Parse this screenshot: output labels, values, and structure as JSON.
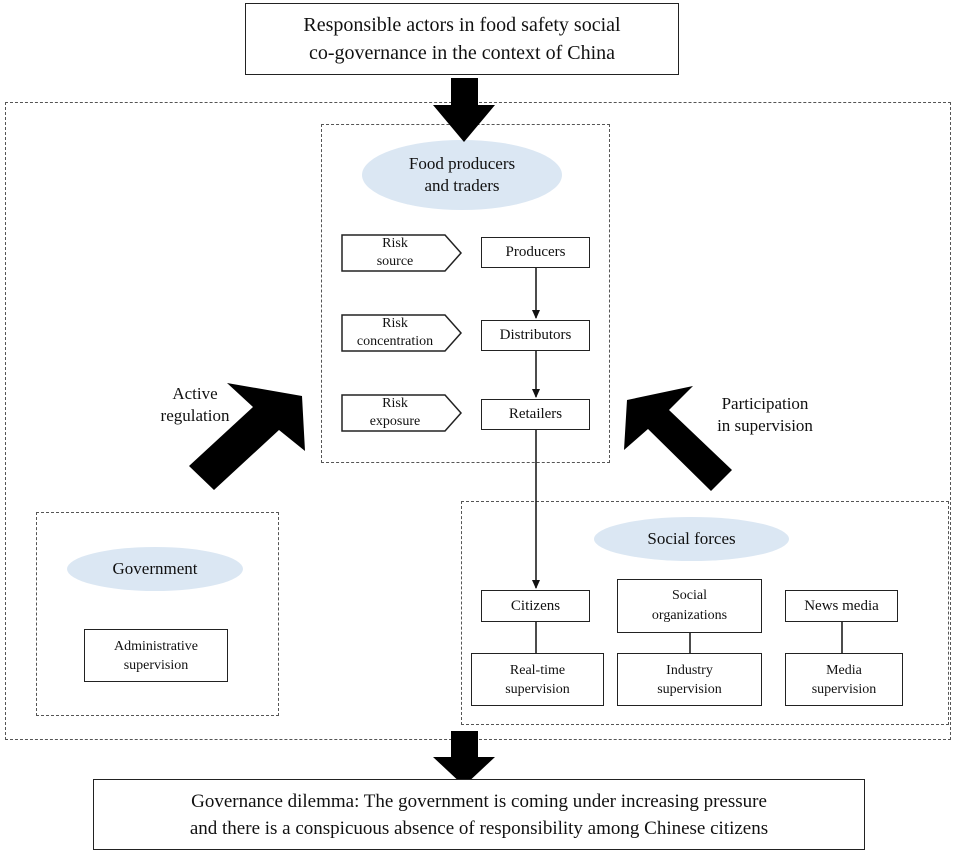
{
  "title": {
    "line1": "Responsible actors in food safety social",
    "line2": "co-governance in the context of China"
  },
  "food": {
    "heading_line1": "Food producers",
    "heading_line2": "and traders",
    "risks": [
      {
        "line1": "Risk",
        "line2": "source"
      },
      {
        "line1": "Risk",
        "line2": "concentration"
      },
      {
        "line1": "Risk",
        "line2": "exposure"
      }
    ],
    "chain": [
      "Producers",
      "Distributors",
      "Retailers"
    ]
  },
  "government": {
    "heading": "Government",
    "role_line1": "Administrative",
    "role_line2": "supervision"
  },
  "social": {
    "heading": "Social forces",
    "actors": [
      {
        "line1": "Citizens",
        "line2": ""
      },
      {
        "line1": "Social",
        "line2": "organizations"
      },
      {
        "line1": "News media",
        "line2": ""
      }
    ],
    "roles": [
      {
        "line1": "Real-time",
        "line2": "supervision"
      },
      {
        "line1": "Industry",
        "line2": "supervision"
      },
      {
        "line1": "Media",
        "line2": "supervision"
      }
    ]
  },
  "labels": {
    "active_line1": "Active",
    "active_line2": "regulation",
    "participation_line1": "Participation",
    "participation_line2": "in supervision"
  },
  "conclusion": {
    "line1": "Governance dilemma:  The government is coming under increasing pressure",
    "line2": "and there is a conspicuous absence of responsibility among Chinese citizens"
  }
}
